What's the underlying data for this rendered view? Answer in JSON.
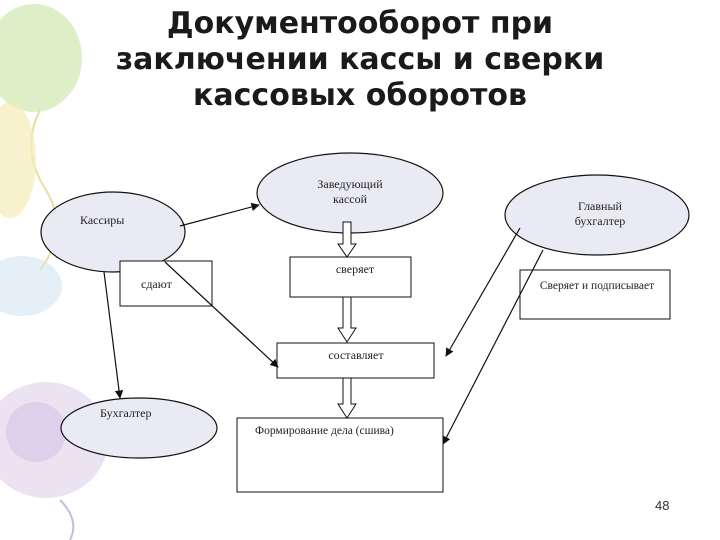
{
  "slide": {
    "title_lines": [
      "Документооборот при",
      "заключении кассы и сверки",
      "кассовых оборотов"
    ],
    "page_number": "48"
  },
  "nodes": {
    "head_cashier": [
      "Заведующий",
      "кассой"
    ],
    "cashiers": "Кассиры",
    "hand_over": "сдают",
    "reconcile": "сверяет",
    "chief_accountant": [
      "Главный",
      "бухгалтер"
    ],
    "chief_action": "Сверяет и подписывает",
    "compile": "составляет",
    "accountant": "Бухгалтер",
    "file_forming": "Формирование дела (сшива)"
  },
  "colors": {
    "ellipse_fill": "#eaeaf5",
    "stroke": "#111111",
    "decor_green": "#c9e6a8",
    "decor_yellow": "#f4ecb8",
    "decor_purple": "#ddd0ea",
    "decor_blue": "#d3e4f3"
  }
}
